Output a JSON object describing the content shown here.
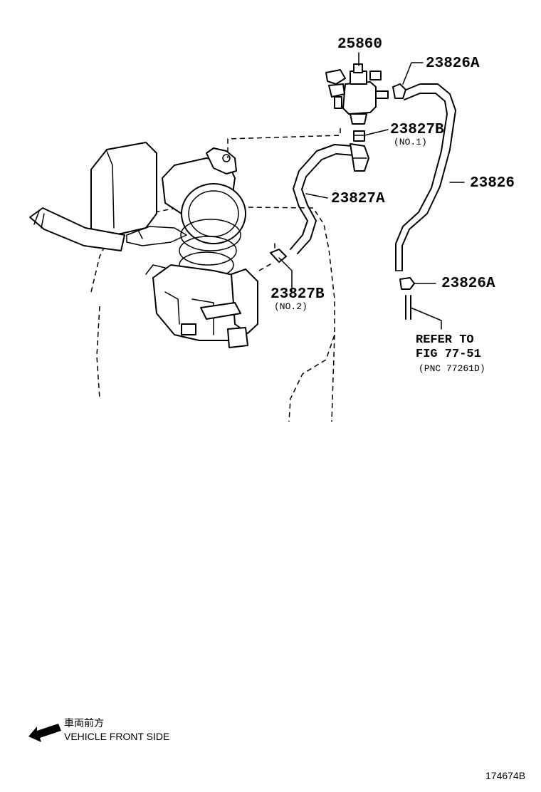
{
  "parts": {
    "p25860": {
      "number": "25860"
    },
    "p23826A_top": {
      "number": "23826A"
    },
    "p23827B_no1": {
      "number": "23827B",
      "note": "(NO.1)"
    },
    "p23826": {
      "number": "23826"
    },
    "p23827A": {
      "number": "23827A"
    },
    "p23827B_no2": {
      "number": "23827B",
      "note": "(NO.2)"
    },
    "p23826A_bottom": {
      "number": "23826A"
    }
  },
  "reference": {
    "line1": "REFER TO",
    "line2": "FIG 77-51",
    "line3": "(PNC 77261D)"
  },
  "orientation": {
    "japanese": "車両前方",
    "english": "VEHICLE FRONT SIDE",
    "arrow_icon": "left-down-arrow-icon"
  },
  "figure_id": "174674B"
}
